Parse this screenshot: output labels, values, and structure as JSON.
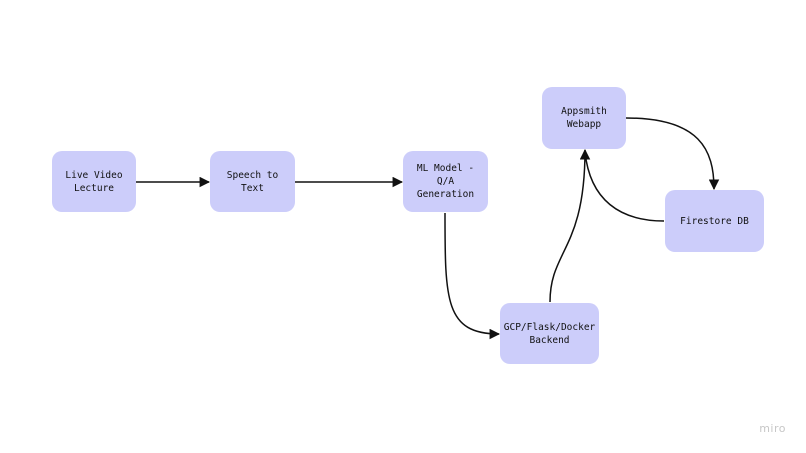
{
  "nodes": {
    "live_video": "Live Video\nLecture",
    "speech_to_text": "Speech to Text",
    "ml_model": "ML Model - Q/A\nGeneration",
    "backend": "GCP/Flask/Docker\nBackend",
    "appsmith": "Appsmith\nWebapp",
    "firestore": "Firestore DB"
  },
  "brand": "miro",
  "colors": {
    "node_fill": "#cccdfa",
    "edge": "#111111",
    "brand": "#c7c7c7"
  }
}
